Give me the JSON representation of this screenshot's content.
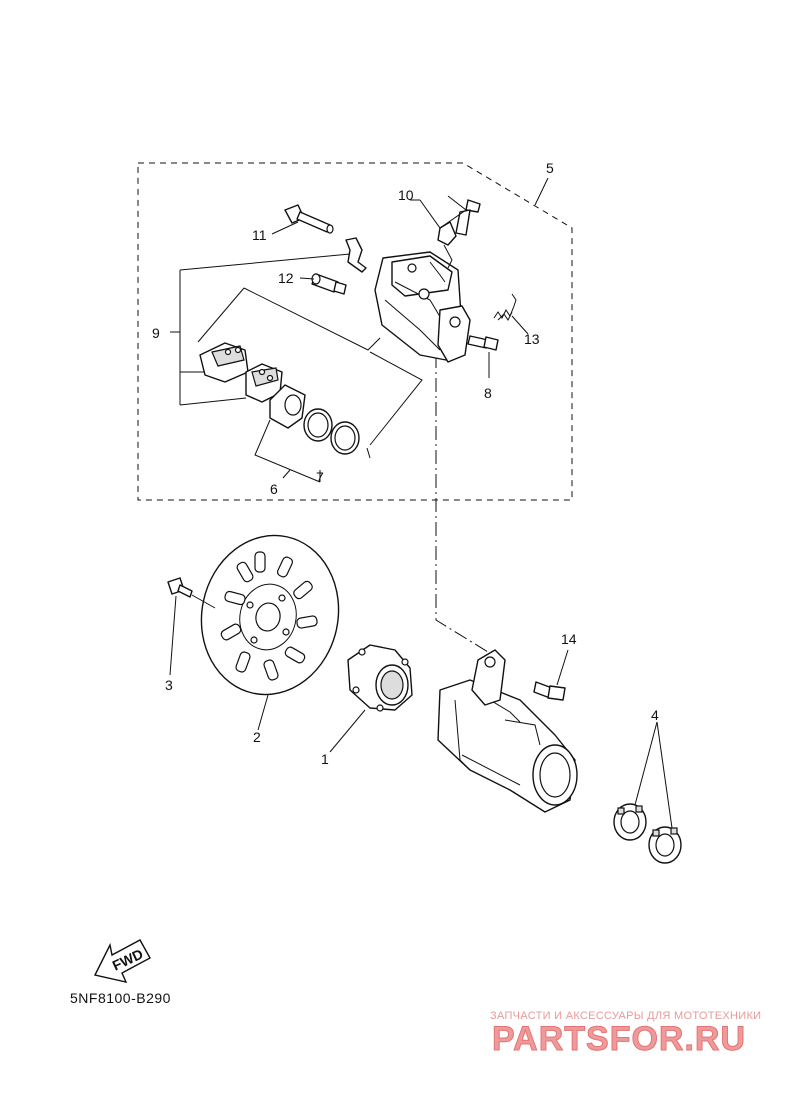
{
  "diagram_code": "5NF8100-B290",
  "fwd_label": "FWD",
  "watermark": {
    "tagline": "ЗАПЧАСТИ И АКСЕССУАРЫ ДЛЯ МОТОТЕХНИКИ",
    "brand": "PARTSFOR.RU",
    "color": "#e57373"
  },
  "callouts": {
    "n1": "1",
    "n2": "2",
    "n3": "3",
    "n4": "4",
    "n5": "5",
    "n6": "6",
    "n7": "7",
    "n8": "8",
    "n9": "9",
    "n10": "10",
    "n11": "11",
    "n12": "12",
    "n13": "13",
    "n14": "14"
  }
}
